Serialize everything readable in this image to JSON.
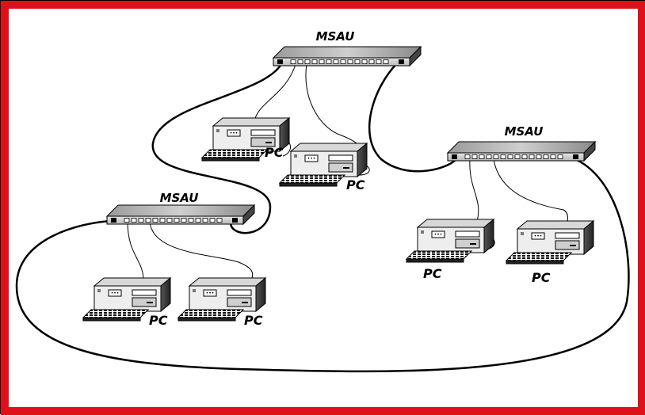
{
  "colors": {
    "frame": "#e0101a",
    "background": "#ffffff",
    "ink": "#000000"
  },
  "diagram": {
    "hubs": [
      {
        "id": "top",
        "label": "MSAU"
      },
      {
        "id": "right",
        "label": "MSAU"
      },
      {
        "id": "left",
        "label": "MSAU"
      }
    ],
    "pcs": [
      {
        "id": "top-1",
        "label": "PC"
      },
      {
        "id": "top-2",
        "label": "PC"
      },
      {
        "id": "right-1",
        "label": "PC"
      },
      {
        "id": "right-2",
        "label": "PC"
      },
      {
        "id": "left-1",
        "label": "PC"
      },
      {
        "id": "left-2",
        "label": "PC"
      }
    ],
    "icons": {
      "hub": "network-hub-icon",
      "pc": "desktop-computer-icon"
    }
  }
}
